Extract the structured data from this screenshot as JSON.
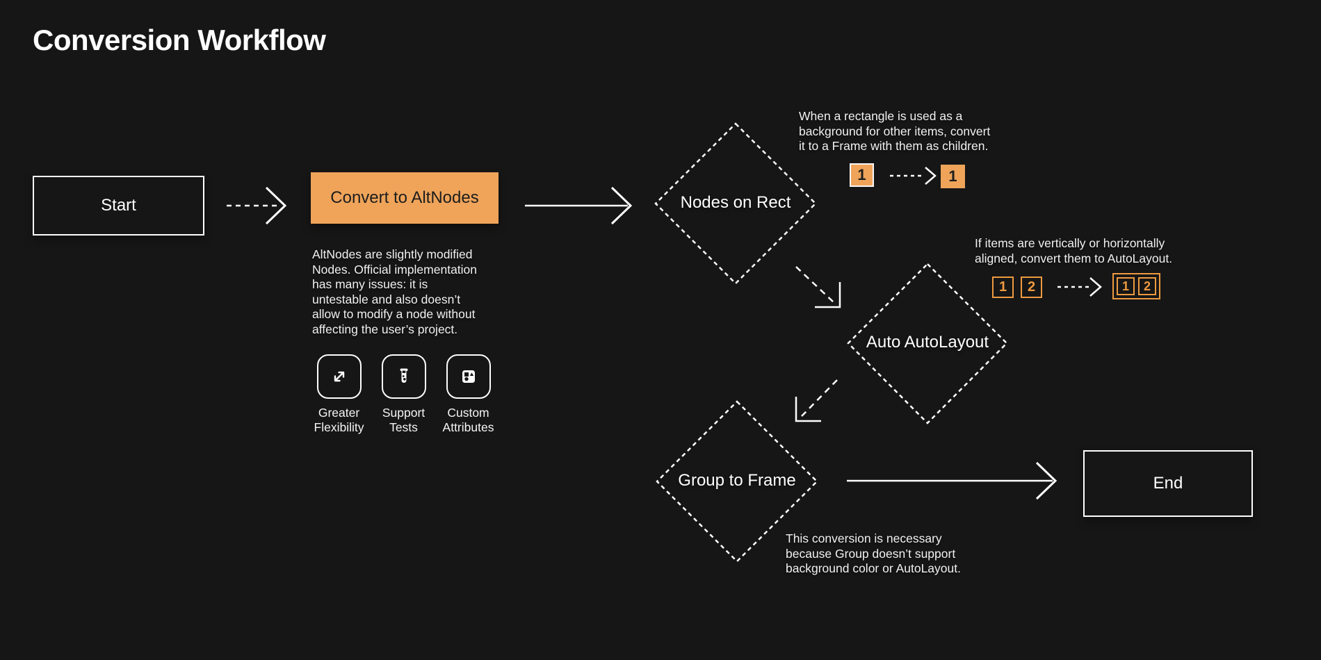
{
  "title": "Conversion Workflow",
  "colors": {
    "background": "#161616",
    "accent_orange": "#EFA45A",
    "outline_orange": "#EE9A40",
    "white": "#FFFFFF",
    "dark_text": "#1D1D1D"
  },
  "nodes": {
    "start": {
      "label": "Start",
      "shape": "rectangle"
    },
    "convert": {
      "label": "Convert to AltNodes",
      "shape": "rectangle-filled"
    },
    "nodes_on_rect": {
      "label": "Nodes on Rect",
      "shape": "diamond"
    },
    "auto_autolayout": {
      "label": "Auto AutoLayout",
      "shape": "diamond"
    },
    "group_to_frame": {
      "label": "Group to Frame",
      "shape": "diamond"
    },
    "end": {
      "label": "End",
      "shape": "rectangle"
    }
  },
  "altnodes_note": {
    "lines": [
      "AltNodes are slightly modified",
      "Nodes. Official implementation",
      "has many issues: it is",
      "untestable and also doesn’t",
      "allow to modify a node without",
      "affecting the user’s project."
    ]
  },
  "features": {
    "items": [
      {
        "icon": "expand-arrows-icon",
        "lines": [
          "Greater",
          "Flexibility"
        ]
      },
      {
        "icon": "test-tube-icon",
        "lines": [
          "Support",
          "Tests"
        ]
      },
      {
        "icon": "shapes-icon",
        "lines": [
          "Custom",
          "Attributes"
        ]
      }
    ]
  },
  "rect_note": {
    "lines": [
      "When a rectangle is used as a",
      "background for other items, convert",
      "it to a Frame with them as children."
    ],
    "diagram": {
      "before": "1",
      "after": "1"
    }
  },
  "autolayout_note": {
    "lines": [
      "If items are vertically or horizontally",
      "aligned, convert them to AutoLayout."
    ],
    "diagram": {
      "before": [
        "1",
        "2"
      ],
      "after": [
        "1",
        "2"
      ]
    }
  },
  "group_note": {
    "lines": [
      "This conversion is necessary",
      "because Group doesn’t support",
      "background color or AutoLayout."
    ]
  }
}
